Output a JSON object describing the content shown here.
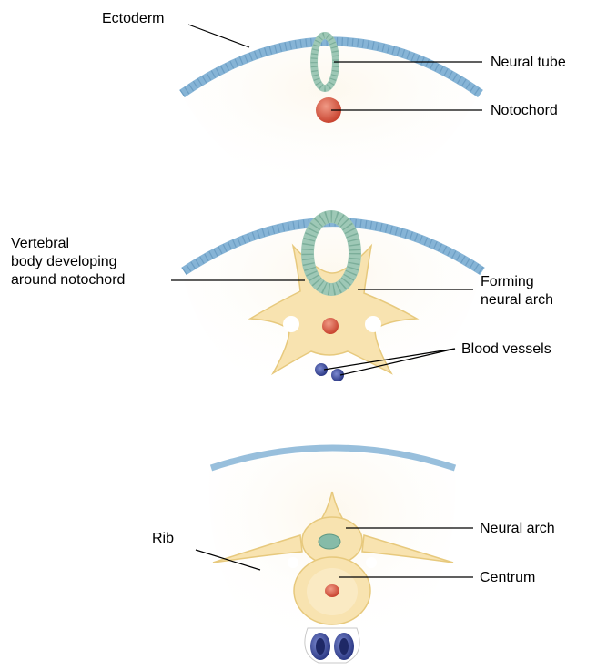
{
  "colors": {
    "ectoderm": "#86b4d6",
    "ectoderm_stroke": "#5b8fb7",
    "neural_tube": "#9ec8b6",
    "neural_tube_stroke": "#5f9983",
    "notochord": "#d65b46",
    "tissue": "#fbf3e3",
    "vertebra": "#f8e3b0",
    "vertebra_stroke": "#e7c97d",
    "vessel": "#3f4ea3",
    "leader_line": "#000000"
  },
  "labels": {
    "ectoderm": "Ectoderm",
    "neural_tube": "Neural tube",
    "notochord": "Notochord",
    "vertebral_body": "Vertebral\nbody developing\naround notochord",
    "forming_neural_arch": "Forming\nneural arch",
    "blood_vessels": "Blood vessels",
    "rib": "Rib",
    "neural_arch": "Neural arch",
    "centrum": "Centrum"
  }
}
